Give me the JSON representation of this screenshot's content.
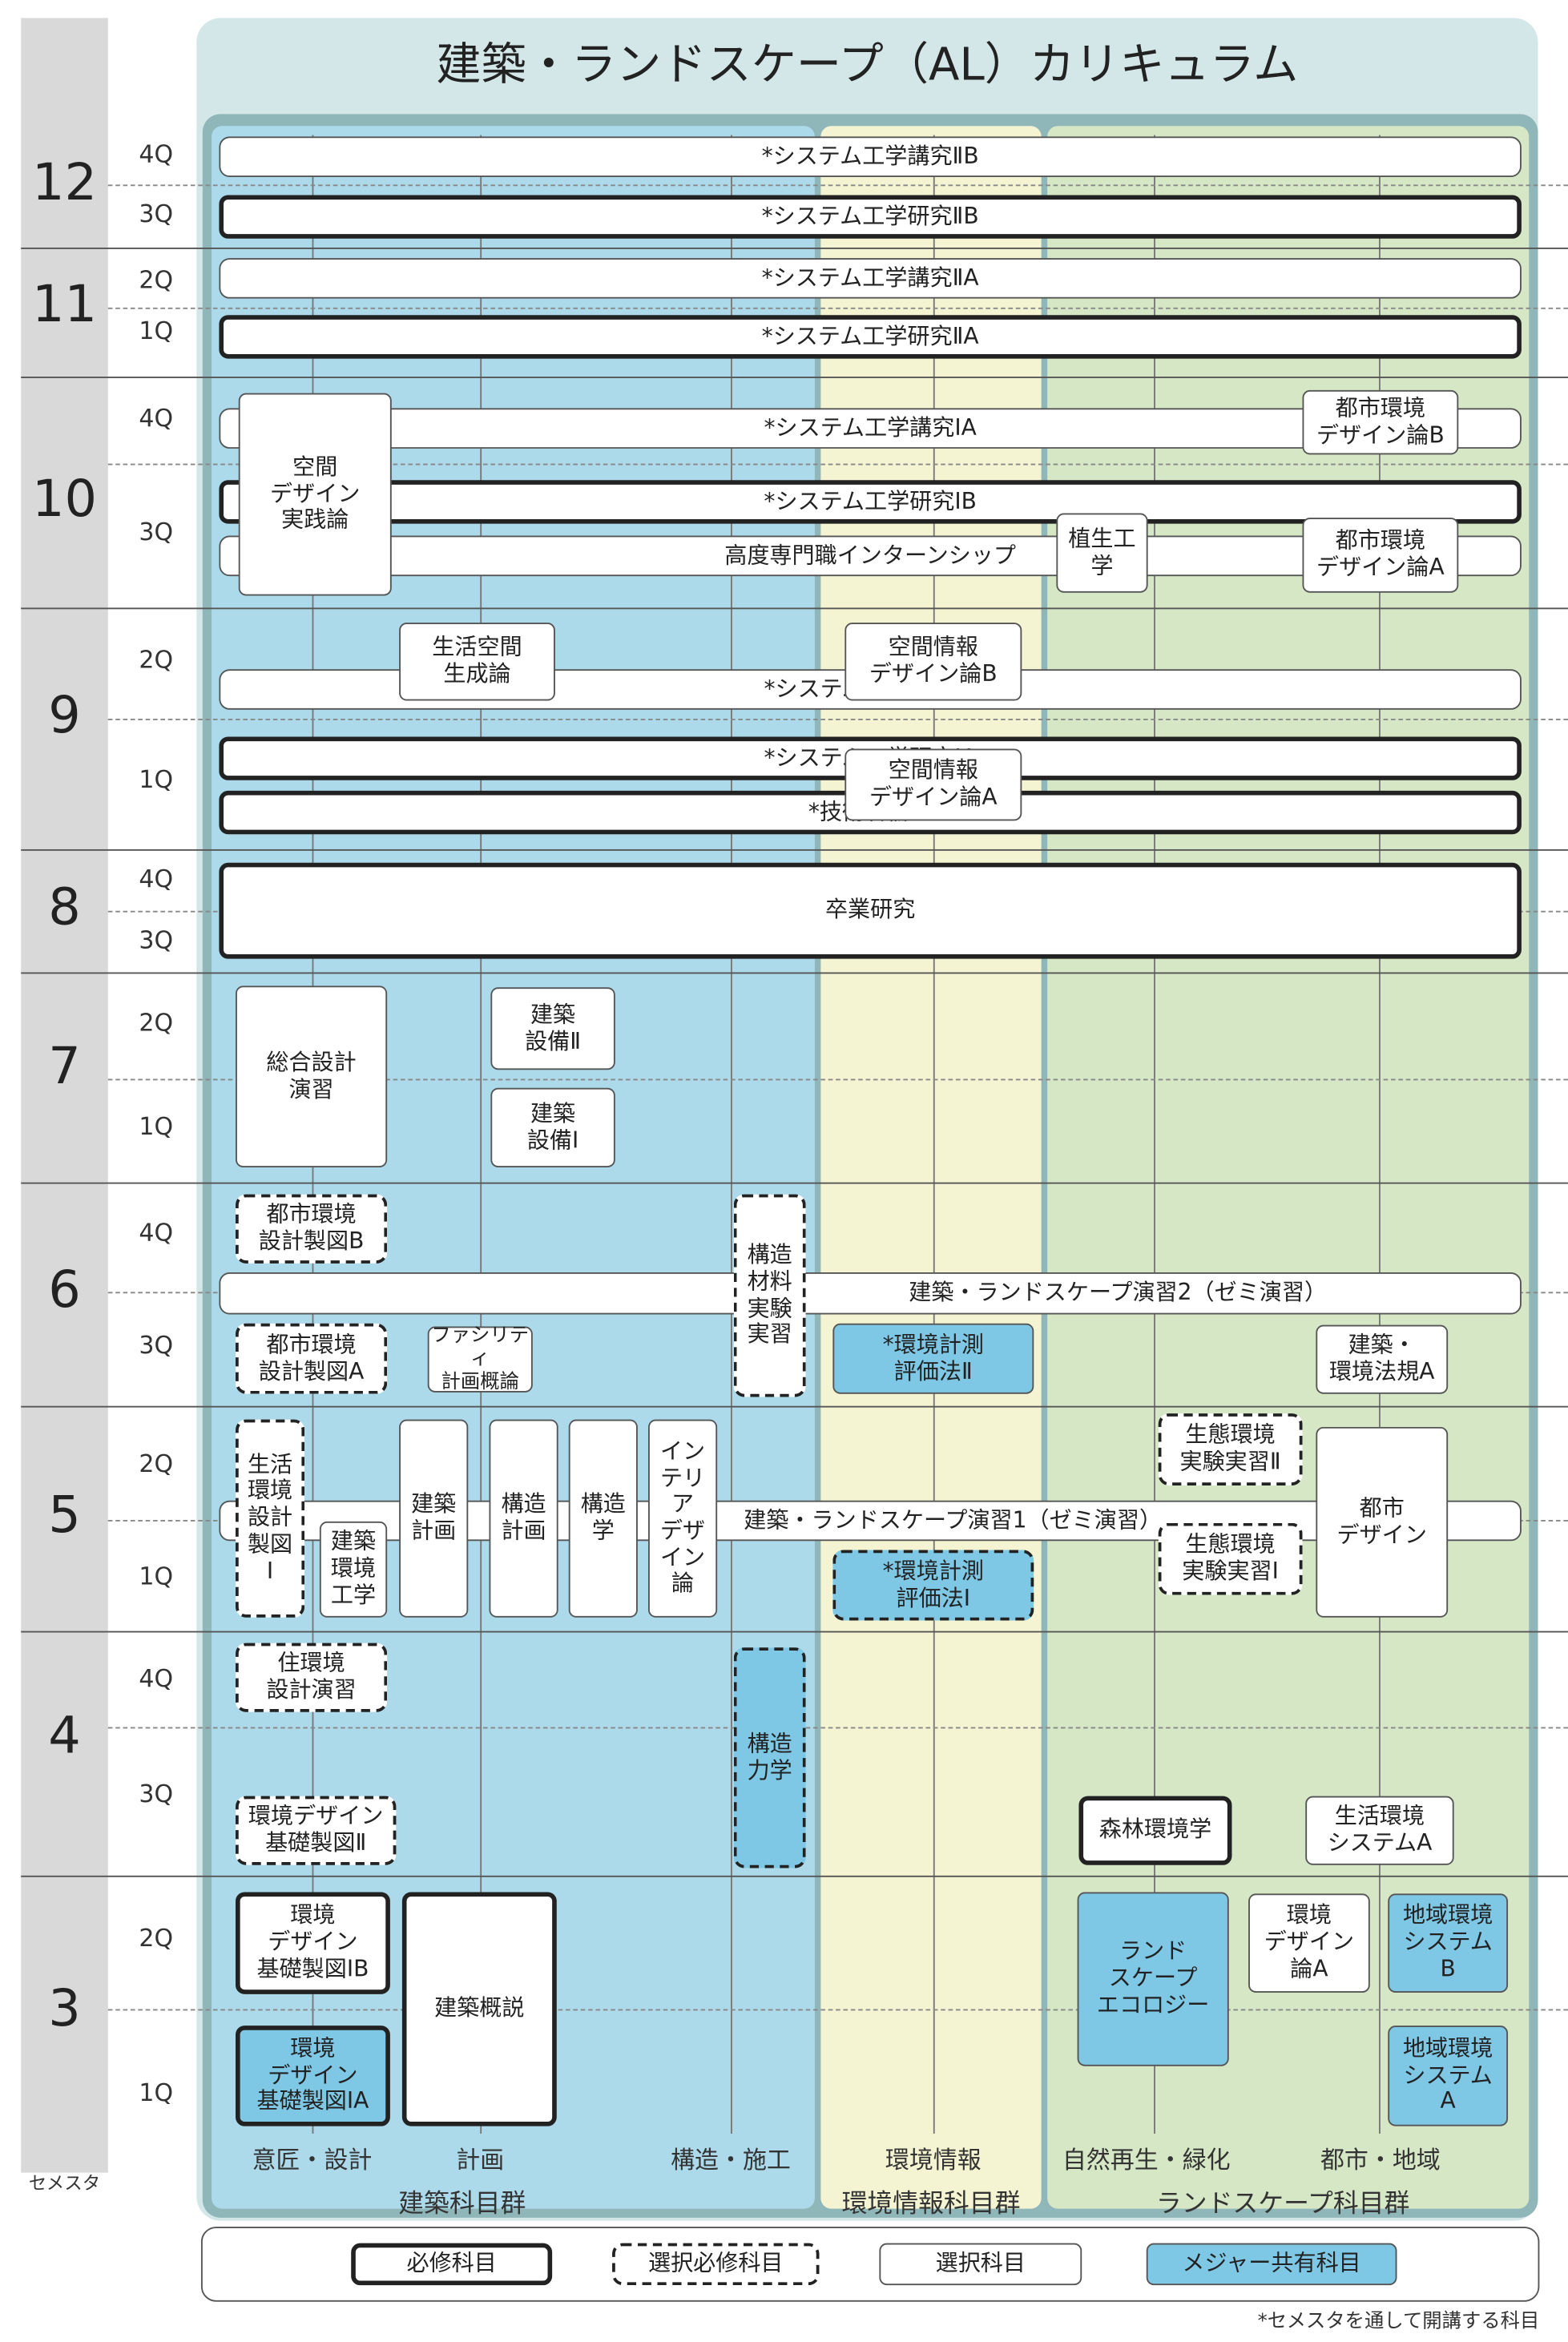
{
  "title": "建築・ランドスケープ（AL）カリキュラム",
  "semester_axis_label": "セメスタ",
  "colors": {
    "architecture": "#acdaea",
    "env_info": "#f4f4d2",
    "landscape": "#d6e7c6",
    "frame": "#8fb6b8",
    "shared": "#7ec8e6"
  },
  "semesters": [
    {
      "number": "12",
      "quarters": [
        "4Q",
        "3Q"
      ]
    },
    {
      "number": "11",
      "quarters": [
        "2Q",
        "1Q"
      ]
    },
    {
      "number": "10",
      "quarters": [
        "4Q",
        "3Q"
      ]
    },
    {
      "number": "9",
      "quarters": [
        "2Q",
        "1Q"
      ]
    },
    {
      "number": "8",
      "quarters": [
        "4Q",
        "3Q"
      ]
    },
    {
      "number": "7",
      "quarters": [
        "2Q",
        "1Q"
      ]
    },
    {
      "number": "6",
      "quarters": [
        "4Q",
        "3Q"
      ]
    },
    {
      "number": "5",
      "quarters": [
        "2Q",
        "1Q"
      ]
    },
    {
      "number": "4",
      "quarters": [
        "4Q",
        "3Q"
      ]
    },
    {
      "number": "3",
      "quarters": [
        "2Q",
        "1Q"
      ]
    }
  ],
  "courses": {
    "sys_koukyu_2b": "*システム工学講究ⅡB",
    "sys_kenkyu_2b": "*システム工学研究ⅡB",
    "sys_koukyu_2a": "*システム工学講究ⅡA",
    "sys_kenkyu_2a": "*システム工学研究ⅡA",
    "kukan_design_jissen": "空間\nデザイン\n実践論",
    "sys_koukyu_1a_s10": "*システム工学講究ⅠA",
    "sys_kenkyu_1b": "*システム工学研究ⅠB",
    "internship": "高度専門職インターンシップ",
    "shokusei": "植生工学",
    "toshi_design_b": "都市環境\nデザイン論B",
    "toshi_design_a": "都市環境\nデザイン論A",
    "seikatsu_kukan": "生活空間\n生成論",
    "sys_koukyu_1a": "*システム工学講究ⅠA",
    "kukan_joho_b": "空間情報\nデザイン論B",
    "sys_kenkyu_1a": "*システム工学研究ⅠA",
    "kukan_joho_a": "空間情報\nデザイン論A",
    "gijutsusha": "*技術者倫理",
    "sotsugyo": "卒業研究",
    "sogo_sekkei": "総合設計\n演習",
    "setsubi_2": "建築\n設備Ⅱ",
    "setsubi_1": "建築\n設備Ⅰ",
    "toshi_seizu_b": "都市環境\n設計製図B",
    "kozo_zairyo": "構造\n材料\n実験\n実習",
    "enshu_2": "建築・ランドスケープ演習2（ゼミ演習）",
    "toshi_seizu_a": "都市環境\n設計製図A",
    "facility": "ファシリティ\n計画概論",
    "kankyo_keisoku_2": "*環境計測\n評価法Ⅱ",
    "hoki_a": "建築・\n環境法規A",
    "seikatsu_seizu_1": "生活\n環境\n設計\n製図\nⅠ",
    "kenchiku_kankyo": "建築\n環境\n工学",
    "kenchiku_keikaku": "建築\n計画",
    "kozo_keikaku": "構造\n計画",
    "kozogaku": "構造\n学",
    "interior": "イン\nテリ\nア\nデザ\nイン\n論",
    "enshu_1": "建築・ランドスケープ演習1（ゼミ演習）",
    "kankyo_keisoku_1": "*環境計測\n評価法Ⅰ",
    "seitai_2": "生態環境\n実験実習Ⅱ",
    "seitai_1": "生態環境\n実験実習Ⅰ",
    "toshi_design": "都市\nデザイン",
    "jukankyo": "住環境\n設計演習",
    "kozo_rikigaku": "構造\n力学",
    "kankyo_kiso_2": "環境デザイン\n基礎製図Ⅱ",
    "shinrin": "森林環境学",
    "seikatsu_sys_a": "生活環境\nシステムA",
    "kankyo_kiso_1b": "環境\nデザイン\n基礎製図ⅠB",
    "kankyo_kiso_1a": "環境\nデザイン\n基礎製図ⅠA",
    "gairon": "建築概説",
    "landscape_eco": "ランド\nスケープ\nエコロジー",
    "kankyo_design_a": "環境\nデザイン\n論A",
    "chiiki_b": "地域環境\nシステム\nB",
    "chiiki_a": "地域環境\nシステム\nA"
  },
  "columns": [
    "意匠・設計",
    "計画",
    "構造・施工",
    "環境情報",
    "自然再生・緑化",
    "都市・地域"
  ],
  "groups": [
    "建築科目群",
    "環境情報科目群",
    "ランドスケープ科目群"
  ],
  "legend": {
    "required": "必修科目",
    "selective_required": "選択必修科目",
    "elective": "選択科目",
    "major_shared": "メジャー共有科目"
  },
  "footnote": "*セメスタを通して開講する科目"
}
